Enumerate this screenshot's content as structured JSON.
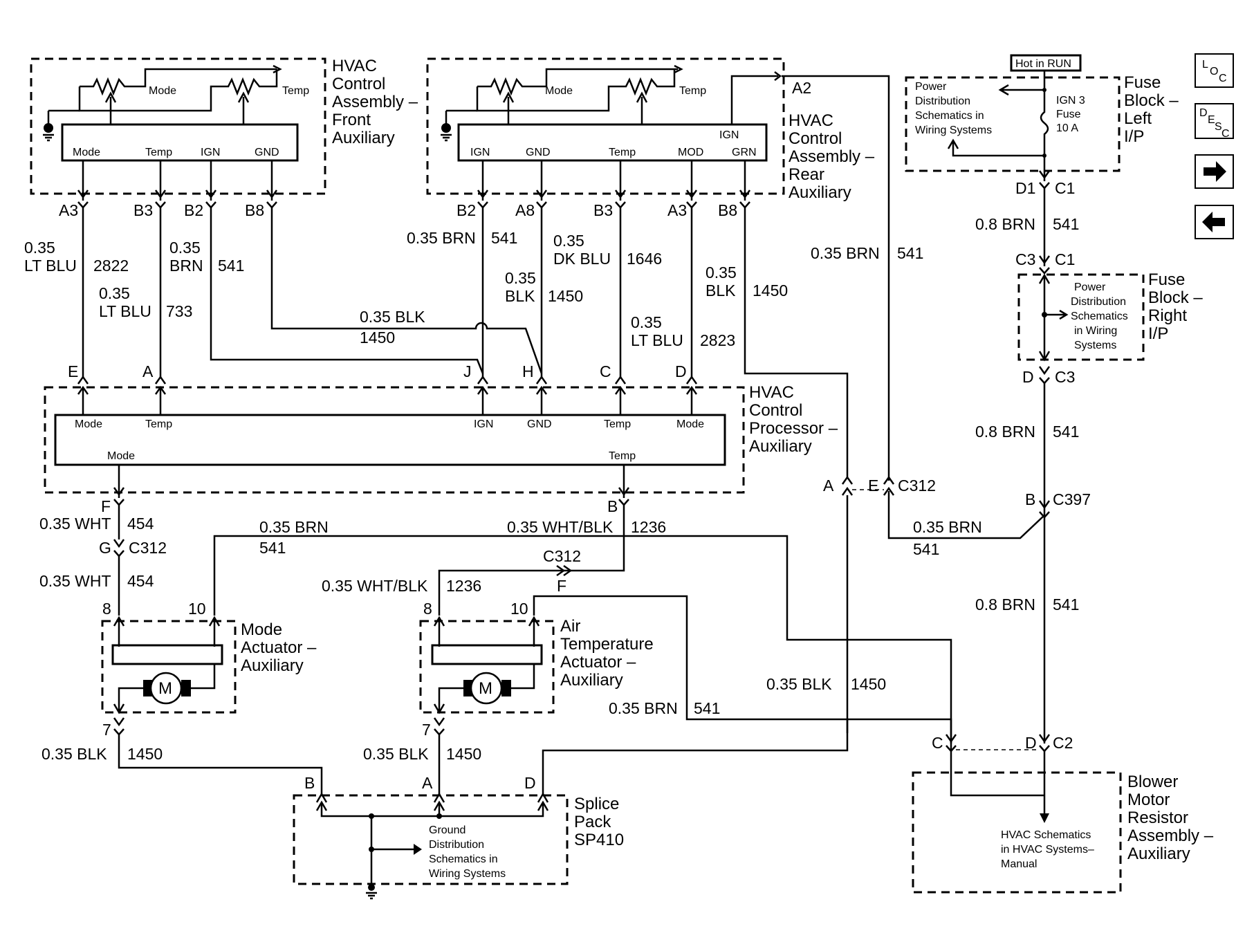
{
  "components": {
    "front_aux": {
      "title": [
        "HVAC",
        "Control",
        "Assembly –",
        "Front",
        "Auxiliary"
      ],
      "mode": "Mode",
      "temp": "Temp",
      "pins": [
        "Mode",
        "Temp",
        "IGN",
        "GND"
      ]
    },
    "rear_aux": {
      "title": [
        "HVAC",
        "Control",
        "Assembly –",
        "Rear",
        "Auxiliary"
      ],
      "mode": "Mode",
      "temp": "Temp",
      "ign": "IGN",
      "pins": [
        "IGN",
        "GND",
        "Temp",
        "MOD",
        "GRN"
      ]
    },
    "processor": {
      "title": [
        "HVAC",
        "Control",
        "Processor –",
        "Auxiliary"
      ],
      "pins_top": [
        "Mode",
        "Temp",
        "IGN",
        "GND",
        "Temp",
        "Mode"
      ],
      "pins_bottom": [
        "Mode",
        "Temp"
      ]
    },
    "fuse_left": {
      "title": [
        "Fuse",
        "Block –",
        "Left",
        "I/P"
      ],
      "hot": "Hot in RUN",
      "note": [
        "Power",
        "Distribution",
        "Schematics in",
        "Wiring Systems"
      ],
      "fuse": [
        "IGN 3",
        "Fuse",
        "10 A"
      ]
    },
    "fuse_right": {
      "title": [
        "Fuse",
        "Block –",
        "Right",
        "I/P"
      ],
      "note": [
        "Power",
        "Distribution",
        "Schematics",
        "in Wiring",
        "Systems"
      ]
    },
    "mode_act": {
      "title": [
        "Mode",
        "Actuator –",
        "Auxiliary"
      ],
      "motor": "M"
    },
    "air_act": {
      "title": [
        "Air",
        "Temperature",
        "Actuator –",
        "Auxiliary"
      ],
      "motor": "M"
    },
    "splice": {
      "title": [
        "Splice",
        "Pack",
        "SP410"
      ],
      "note": [
        "Ground",
        "Distribution",
        "Schematics in",
        "Wiring Systems"
      ]
    },
    "blower": {
      "title": [
        "Blower",
        "Motor",
        "Resistor",
        "Assembly –",
        "Auxiliary"
      ],
      "note": [
        "HVAC Schematics",
        "in HVAC Systems–",
        "Manual"
      ]
    }
  },
  "connectors": {
    "A3": "A3",
    "B3": "B3",
    "B2": "B2",
    "B8": "B8",
    "A8": "A8",
    "A2": "A2",
    "D1": "D1",
    "C1": "C1",
    "C3": "C3",
    "D": "D",
    "E": "E",
    "A": "A",
    "J": "J",
    "H": "H",
    "C": "C",
    "F": "F",
    "B": "B",
    "G": "G",
    "C312": "C312",
    "C397": "C397",
    "C2": "C2",
    "p8": "8",
    "p10": "10",
    "p7": "7"
  },
  "wires": {
    "w035": "0.35",
    "ltblu": "LT BLU",
    "brn": "BRN",
    "blk": "BLK",
    "dkblu": "DK BLU",
    "n2822": "2822",
    "n733": "733",
    "n541": "541",
    "n1450": "1450",
    "n1646": "1646",
    "n2823": "2823",
    "n454": "454",
    "n1236": "1236",
    "brn035": "0.35 BRN",
    "blk035": "0.35 BLK",
    "wht035": "0.35 WHT",
    "whtblk035": "0.35 WHT/BLK",
    "brn08": "0.8 BRN"
  },
  "nav": {
    "loc": "LOC",
    "desc": "DESC",
    "fwd": "forward-arrow",
    "back": "back-arrow"
  }
}
